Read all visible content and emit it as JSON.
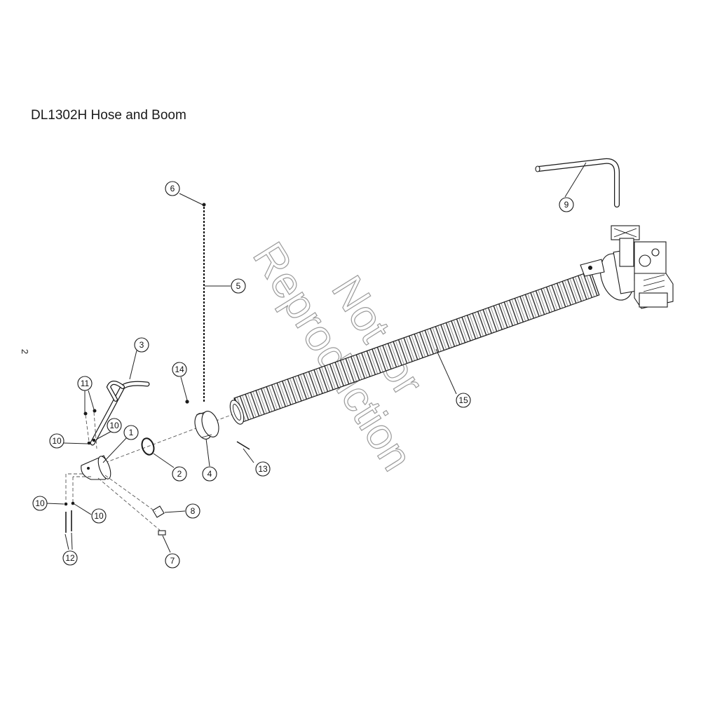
{
  "title": "DL1302H Hose and Boom",
  "page_number": "2",
  "watermark": {
    "line1": "Not for",
    "line2": "Reproduction"
  },
  "callouts": [
    {
      "id": "1",
      "label": "1"
    },
    {
      "id": "2",
      "label": "2"
    },
    {
      "id": "3",
      "label": "3"
    },
    {
      "id": "4",
      "label": "4"
    },
    {
      "id": "5",
      "label": "5"
    },
    {
      "id": "6",
      "label": "6"
    },
    {
      "id": "7",
      "label": "7"
    },
    {
      "id": "8",
      "label": "8"
    },
    {
      "id": "9",
      "label": "9"
    },
    {
      "id": "10a",
      "label": "10"
    },
    {
      "id": "10b",
      "label": "10"
    },
    {
      "id": "10c",
      "label": "10"
    },
    {
      "id": "10d",
      "label": "10"
    },
    {
      "id": "11",
      "label": "11"
    },
    {
      "id": "12",
      "label": "12"
    },
    {
      "id": "13",
      "label": "13"
    },
    {
      "id": "14",
      "label": "14"
    },
    {
      "id": "15",
      "label": "15"
    }
  ]
}
